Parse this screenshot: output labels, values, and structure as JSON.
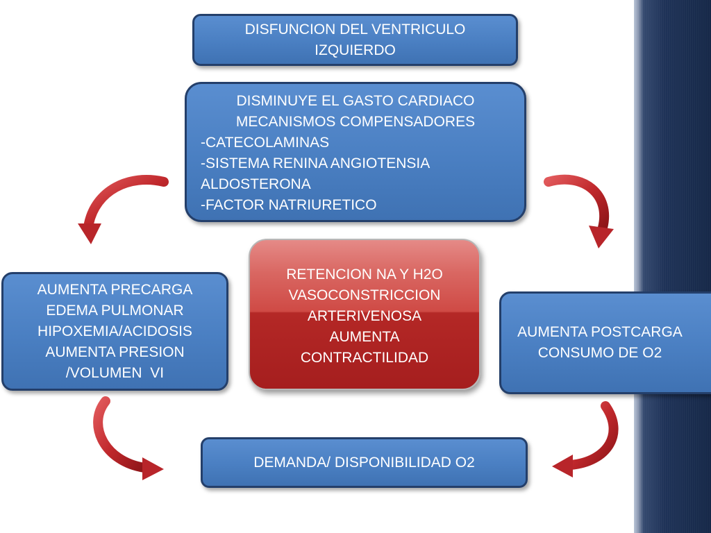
{
  "diagram": {
    "box_top": {
      "lines": [
        "DISFUNCION DEL VENTRICULO",
        "IZQUIERDO"
      ]
    },
    "box_mechanisms": {
      "lines": [
        "DISMINUYE EL GASTO CARDIACO",
        "MECANISMOS COMPENSADORES",
        "-CATECOLAMINAS",
        "-SISTEMA RENINA ANGIOTENSIA",
        "ALDOSTERONA",
        "-FACTOR NATRIURETICO"
      ]
    },
    "box_center": {
      "lines": [
        "RETENCION NA Y H2O",
        "VASOCONSTRICCION",
        "ARTERIVENOSA",
        "AUMENTA",
        "CONTRACTILIDAD"
      ]
    },
    "box_left": {
      "lines": [
        "AUMENTA PRECARGA",
        "EDEMA PULMONAR",
        "HIPOXEMIA/ACIDOSIS",
        "AUMENTA PRESION",
        "/VOLUMEN  VI"
      ]
    },
    "box_right": {
      "lines": [
        "AUMENTA POSTCARGA",
        "CONSUMO DE O2"
      ]
    },
    "box_bottom": {
      "lines": [
        "DEMANDA/ DISPONIBILIDAD O2"
      ]
    }
  },
  "colors": {
    "box_fill": "#4a7fc2",
    "box_border": "#243f6a",
    "center_fill": "#b42826",
    "arrow": "#c0282c",
    "side_band": "#1f3358"
  },
  "icons": [
    "curved-arrow-icon"
  ]
}
